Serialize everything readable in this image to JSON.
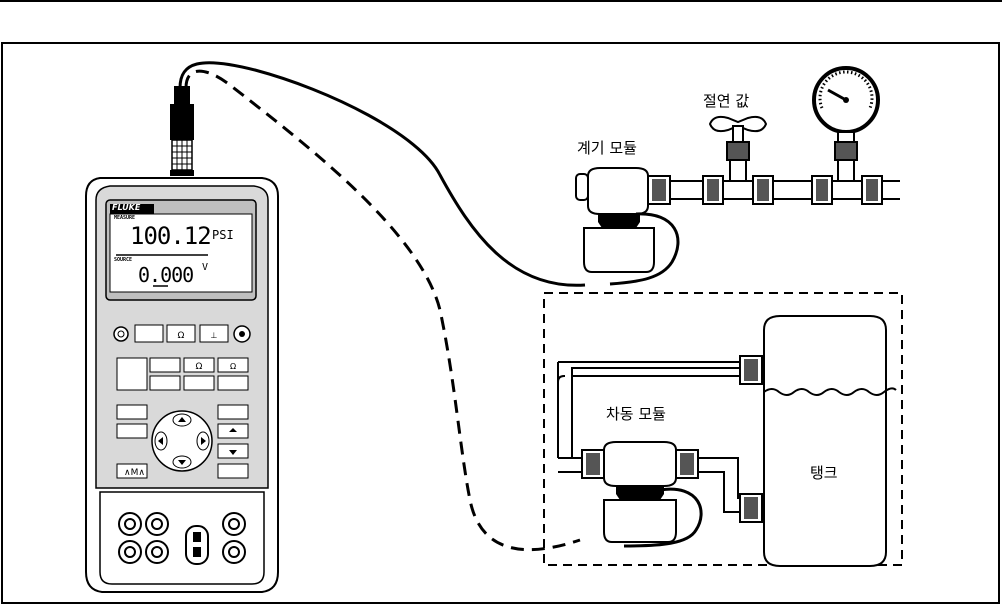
{
  "labels": {
    "gauge_module": "계기 모듈",
    "isolation_valve": "절연 값",
    "differential_module": "차동 모듈",
    "tank": "탱크"
  },
  "device": {
    "brand": "FLUKE",
    "measure_label": "MEASURE",
    "measure_value": "100.12",
    "measure_unit": "PSI",
    "source_label": "SOURCE",
    "source_value": "0.000",
    "source_unit": "V"
  },
  "colors": {
    "line": "#000000",
    "background": "#ffffff",
    "device_shade": "#d9d9d9"
  },
  "icons": [
    "power-icon",
    "zero-icon",
    "backlight-icon",
    "arrow-up-icon",
    "arrow-down-icon",
    "arrow-left-icon",
    "arrow-right-icon",
    "ramp-icon"
  ]
}
